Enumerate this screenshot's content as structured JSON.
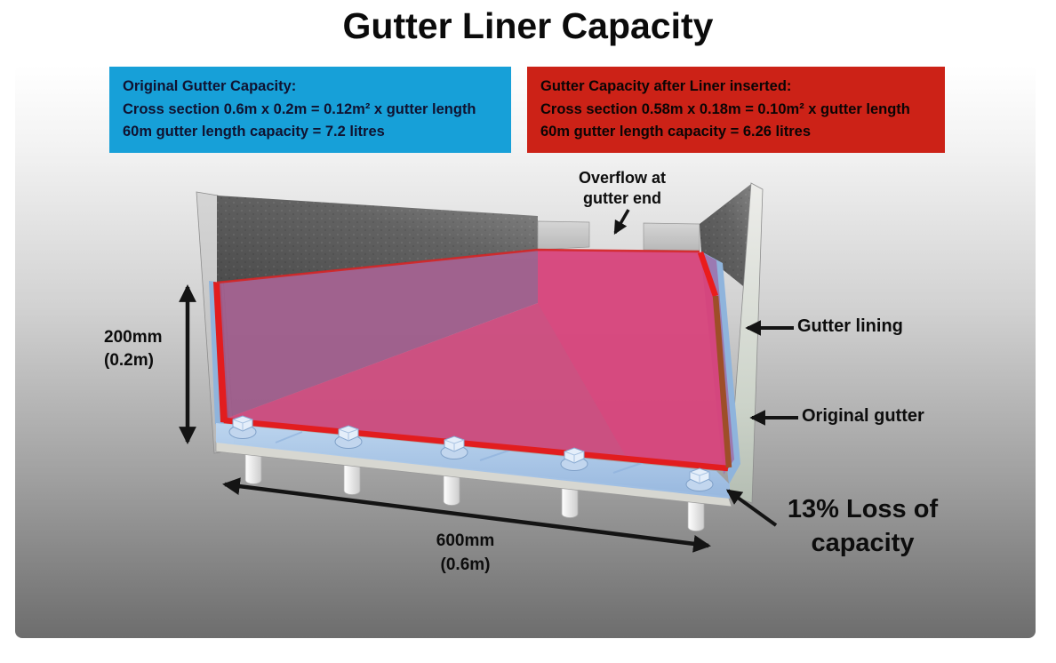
{
  "title": "Gutter Liner Capacity",
  "info_boxes": {
    "original": {
      "heading": "Original Gutter Capacity:",
      "line1": "Cross section 0.6m x 0.2m = 0.12m² x gutter length",
      "line2": "60m gutter length capacity = 7.2 litres",
      "bg_color": "#17a0d8"
    },
    "after_liner": {
      "heading": "Gutter Capacity after Liner inserted:",
      "line1": "Cross section 0.58m x 0.18m = 0.10m² x gutter length",
      "line2": "60m gutter length capacity = 6.26 litres",
      "bg_color": "#cc2217"
    }
  },
  "annotations": {
    "overflow": {
      "line1": "Overflow at",
      "line2": "gutter end"
    },
    "height_dim": {
      "line1": "200mm",
      "line2": "(0.2m)"
    },
    "width_dim": {
      "line1": "600mm",
      "line2": "(0.6m)"
    },
    "gutter_lining": "Gutter lining",
    "original_gutter": "Original gutter",
    "capacity_loss": {
      "line1": "13% Loss of",
      "line2": "capacity"
    }
  },
  "colors": {
    "info_box_blue": "#17a0d8",
    "info_box_red": "#cc2217",
    "water_pink": "#d7437b",
    "water_shadow_mauve": "#9d5c8a",
    "liner_red": "#e21d1f",
    "liner_brown": "#9e4e28",
    "gutter_base_blue": "#aac9ec",
    "wall_gray_dark": "#5e5e5e",
    "wall_gray_light": "#c6c6c6",
    "arrow_black": "#141414"
  }
}
